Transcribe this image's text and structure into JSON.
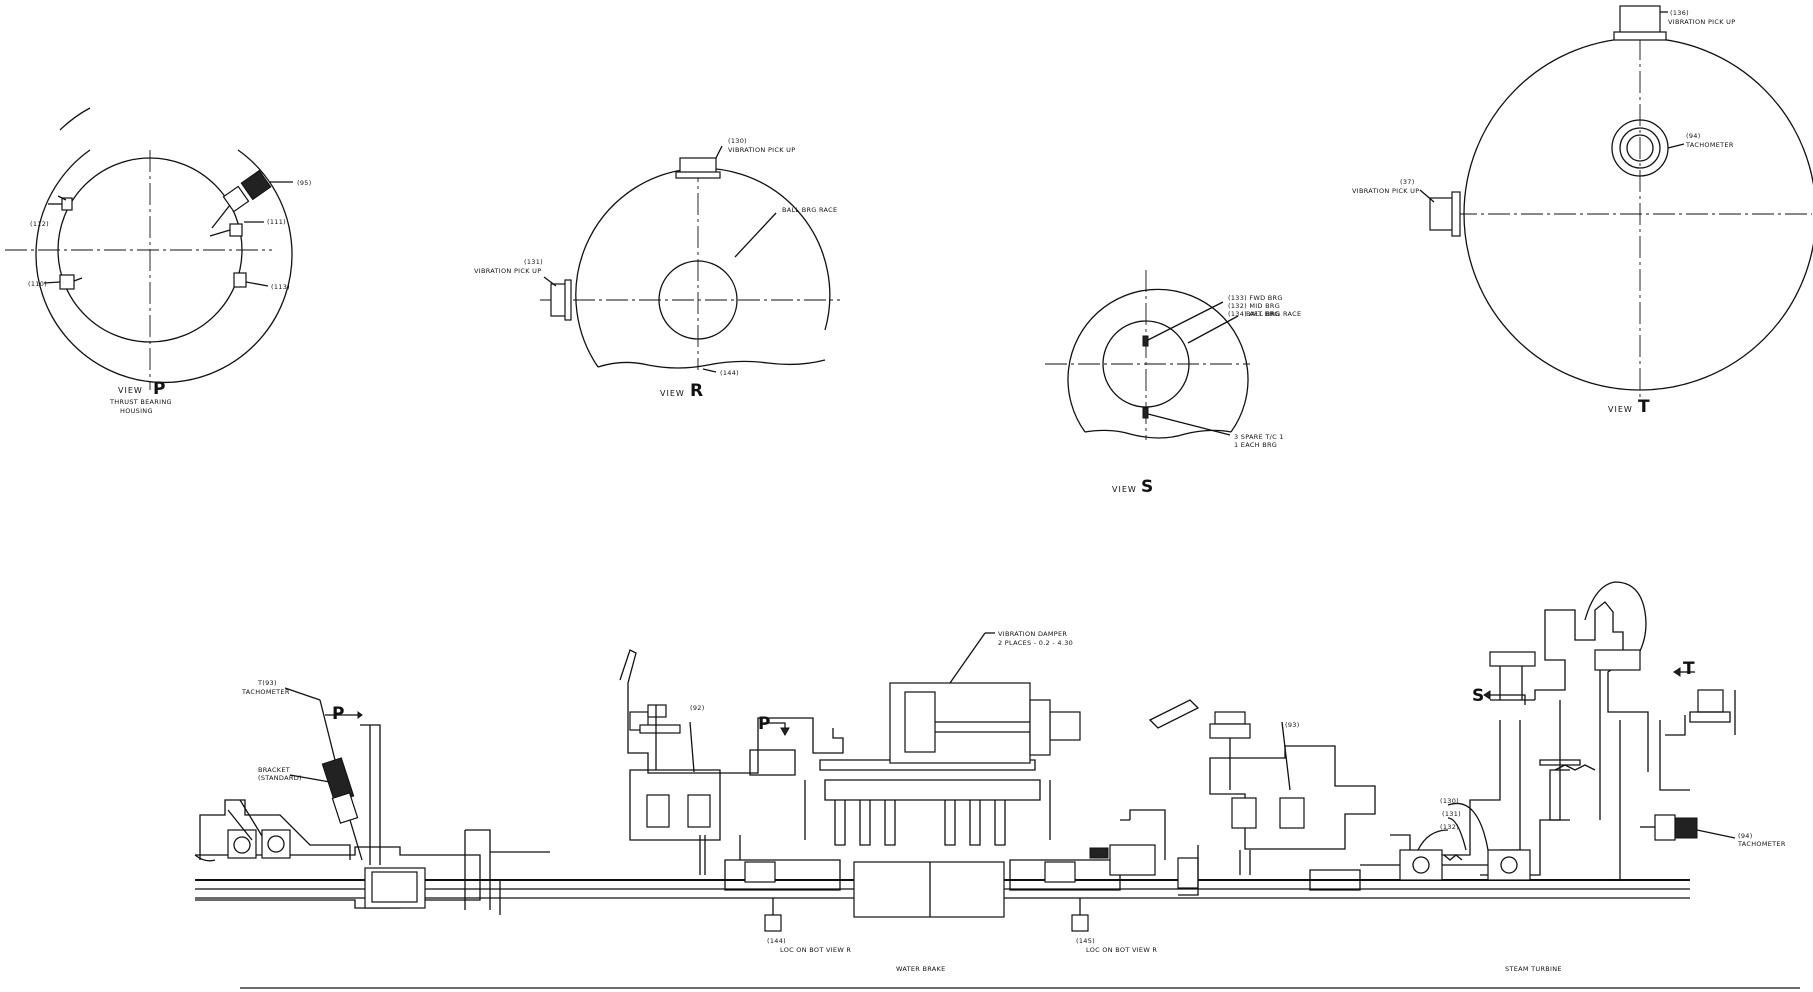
{
  "view_p": {
    "view_word": "VIEW",
    "letter": "P",
    "caption_line1": "THRUST BEARING",
    "caption_line2": "HOUSING",
    "callouts": [
      "(95)",
      "(111)",
      "(112)",
      "(110)",
      "(113)"
    ]
  },
  "view_r": {
    "view_word": "VIEW",
    "letter": "R",
    "callout_top_num": "(130)",
    "callout_top_text": "VIBRATION PICK UP",
    "callout_left_num": "(131)",
    "callout_left_text": "VIBRATION PICK UP",
    "ball_brg_race": "BALL BRG RACE",
    "callout_bottom": "(144)"
  },
  "view_s": {
    "view_word": "VIEW",
    "letter": "S",
    "callout_line1": "(133) FWD BRG",
    "callout_line2": "(132) MID BRG",
    "callout_line3": "(134) AFT BRG",
    "ball_brg_race": "BALL BRG RACE",
    "note_line1": "3 SPARE T/C 1",
    "note_line2": "1 EACH BRG"
  },
  "view_t": {
    "view_word": "VIEW",
    "letter": "T",
    "callout_top_num": "(136)",
    "callout_top_text": "VIBRATION PICK UP",
    "callout_tach_num": "(94)",
    "callout_tach_text": "TACHOMETER",
    "callout_left_num": "(37)",
    "callout_left_text": "VIBRATION PICK UP"
  },
  "assembly": {
    "tach_left_num": "T(93)",
    "tach_left_text": "TACHOMETER",
    "bracket_line1": "BRACKET",
    "bracket_line2": "(STANDARD)",
    "section_p_left": "P",
    "section_p_mid": "P",
    "section_s": "S",
    "section_t": "T",
    "callout_92": "(92)",
    "callout_93": "(93)",
    "damper_line1": "VIBRATION DAMPER",
    "damper_line2": "2 PLACES - 0.2 - 4.30",
    "callout_130": "(130)",
    "callout_131": "(131)",
    "callout_132": "(132)",
    "tach_right_num": "(94)",
    "tach_right_text": "TACHOMETER",
    "callout_144": "(144)",
    "callout_144_text": "LOC ON BOT VIEW R",
    "callout_145": "(145)",
    "callout_145_text": "LOC ON BOT VIEW R",
    "label_water_brake": "WATER BRAKE",
    "label_steam_turbine": "STEAM TURBINE"
  }
}
